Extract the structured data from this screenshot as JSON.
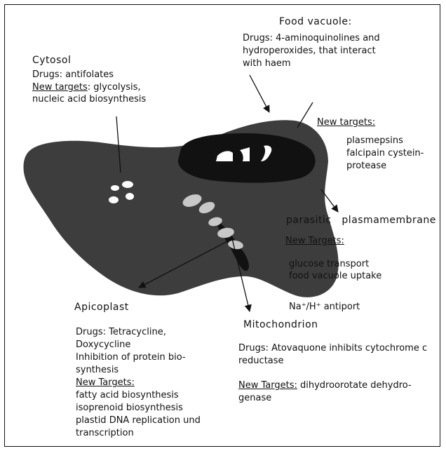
{
  "cytosol": {
    "title": "Cytosol",
    "drugs": "Drugs: antifolates",
    "targets_label": "New targets",
    "targets_text": ": glycolysis,",
    "targets_text2": "nucleic acid biosynthesis"
  },
  "food_vacuole": {
    "title": "Food vacuole:",
    "line1": "Drugs: 4-aminoquinolines and",
    "line2": "hydroperoxides, that interact",
    "line3": "with haem",
    "targets_label": "New targets:",
    "targets": [
      "plasmepsins",
      "falcipain cystein-",
      "protease"
    ]
  },
  "membrane": {
    "title": "parasitic   plasmamembrane",
    "targets_label": "New Targets:",
    "targets": [
      "glucose transport",
      "food vacuole uptake"
    ],
    "antiport": "Na⁺/H⁺ antiport"
  },
  "apicoplast": {
    "title": "Apicoplast",
    "lines": [
      "Drugs: Tetracycline,",
      "Doxycycline",
      "Inhibition of protein bio-",
      "synthesis"
    ],
    "targets_label": "New Targets:",
    "targets": [
      "fatty acid biosynthesis",
      "isoprenoid biosynthesis",
      "plastid DNA replication und",
      "transcription"
    ]
  },
  "mitochondrion": {
    "title": "Mitochondrion",
    "lines": [
      "Drugs: Atovaquone inhibits cytochrome c",
      "reductase"
    ],
    "targets_label": "New Targets:",
    "targets_text": " dihydroorotate dehydro-",
    "targets_text2": "genase"
  },
  "colors": {
    "cell": "#3d3d3d",
    "vacuole": "#111111",
    "organelle": "#c8c8c8",
    "background": "#ffffff"
  }
}
